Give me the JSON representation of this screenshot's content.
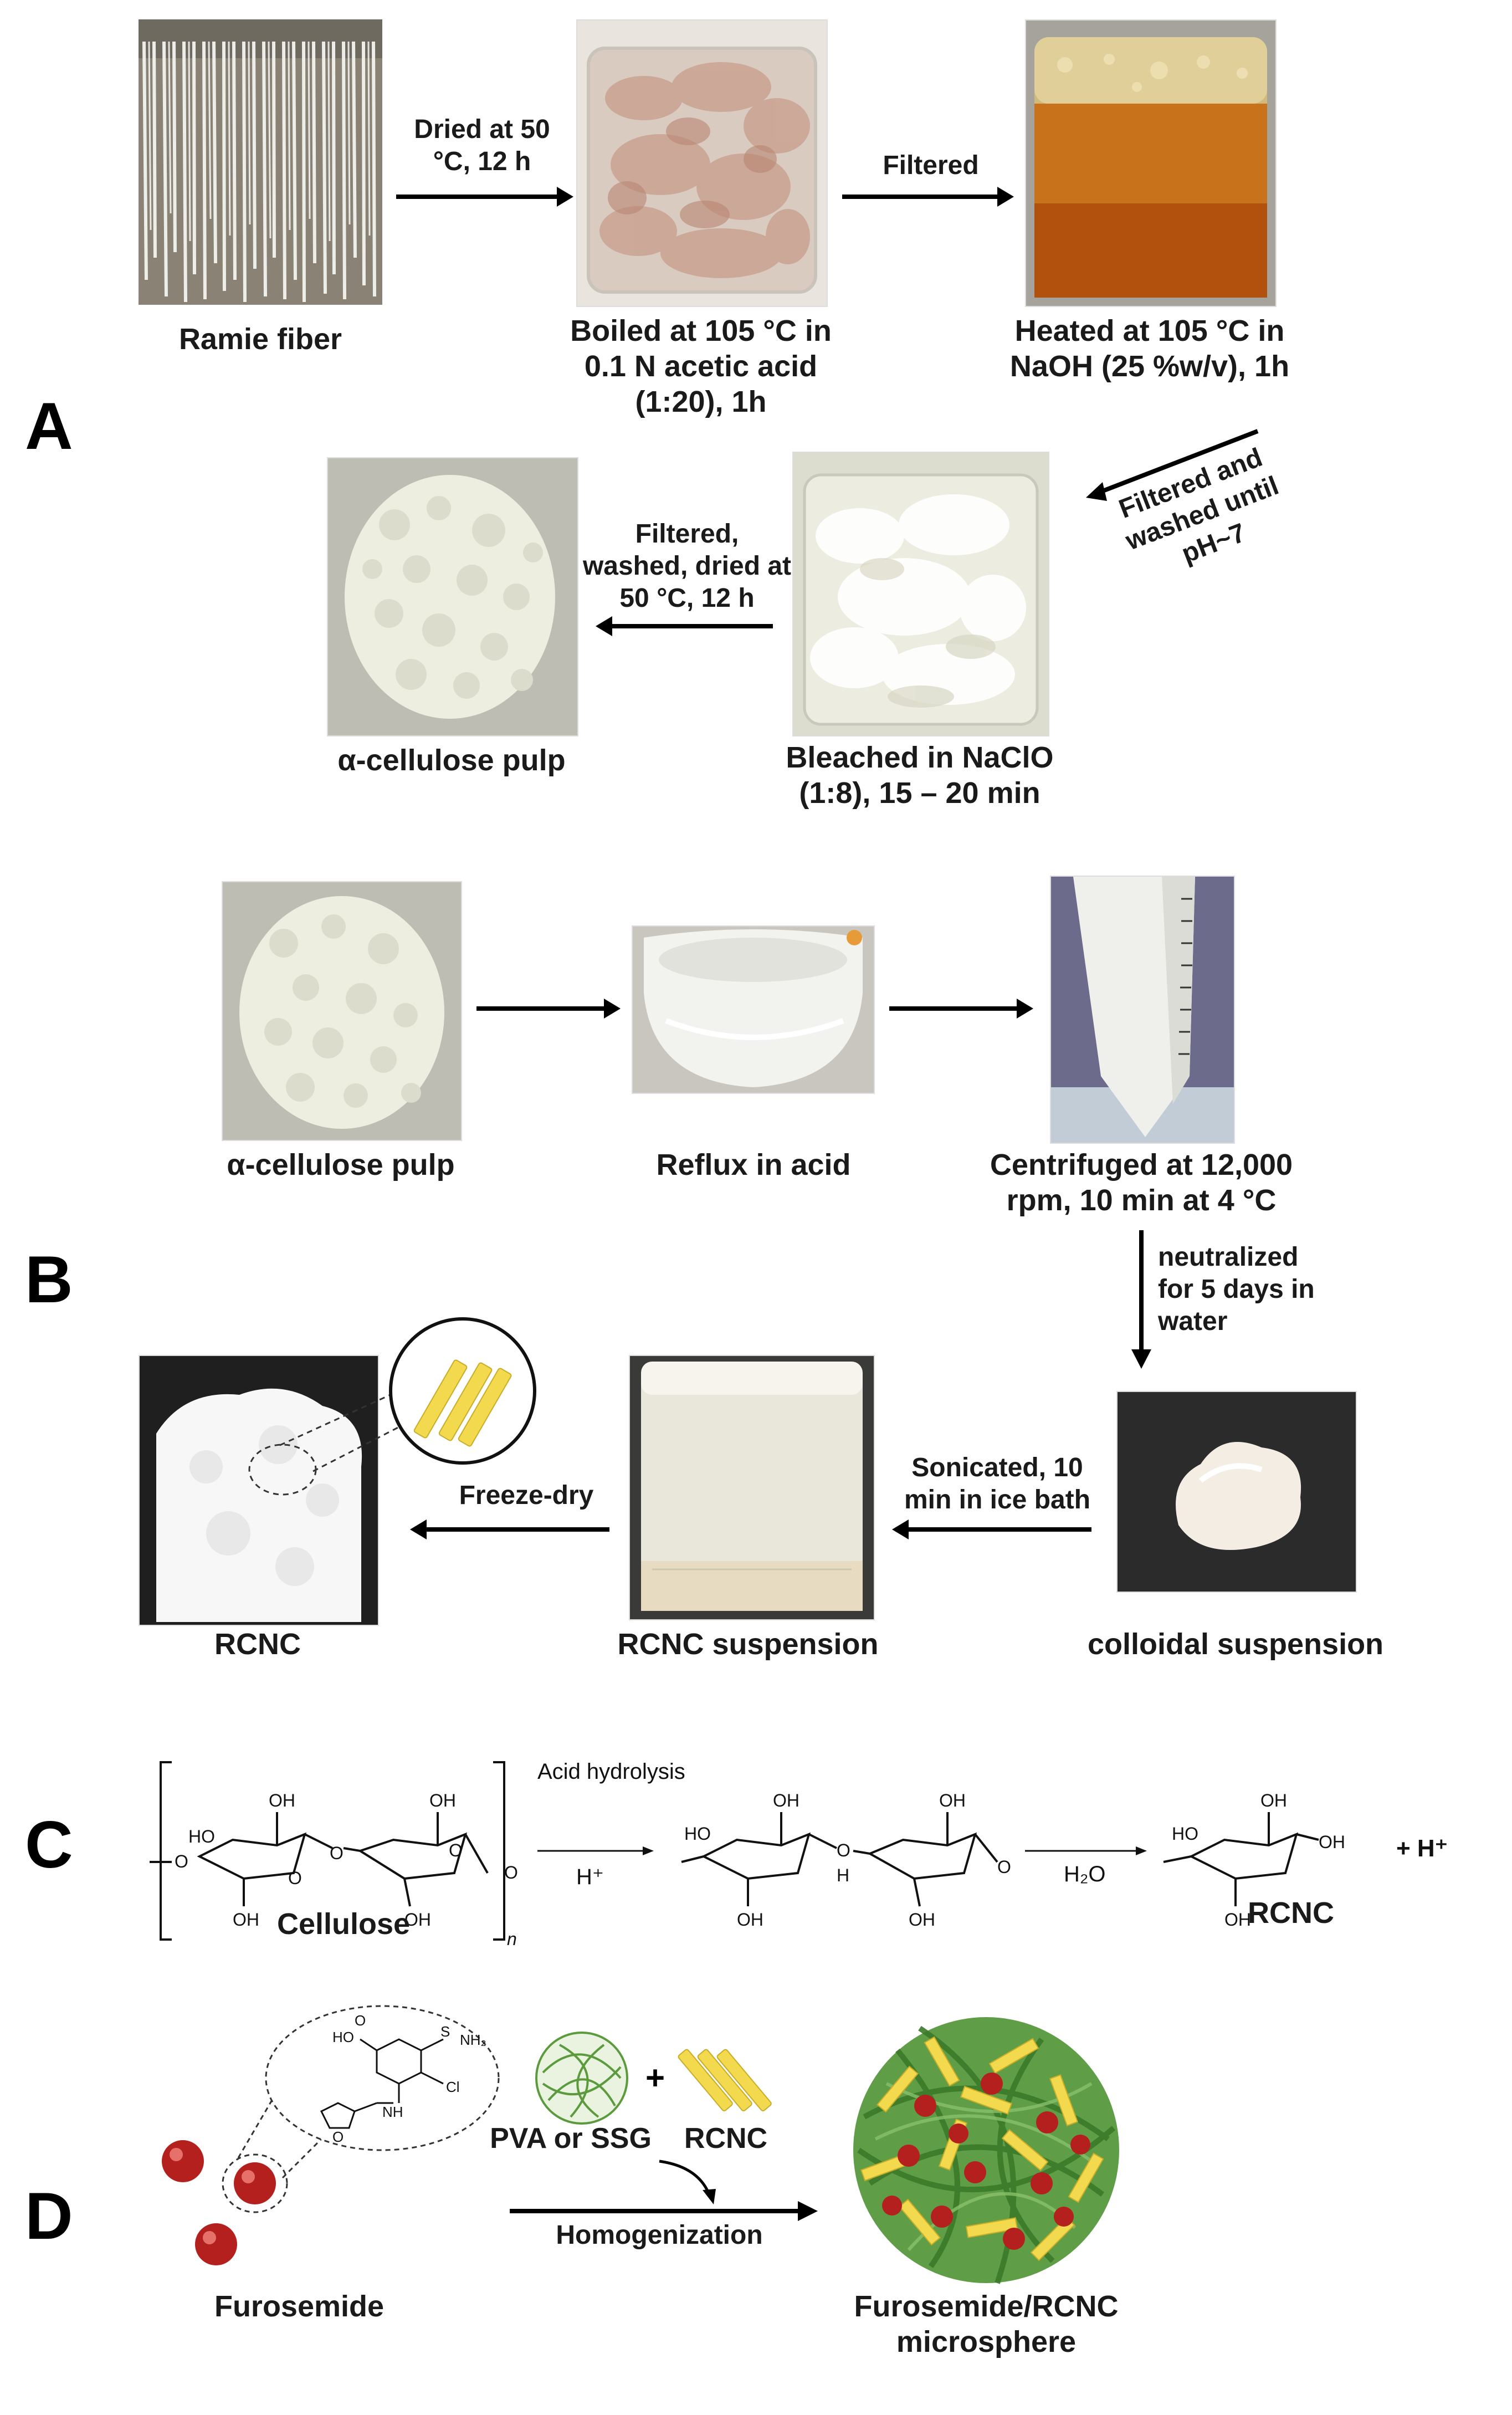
{
  "panels": {
    "a": "A",
    "b": "B",
    "c": "C",
    "d": "D"
  },
  "section_a": {
    "ramie_caption": "Ramie fiber",
    "step_dried": "Dried at 50 °C, 12 h",
    "boiled_caption": "Boiled at 105 °C in 0.1 N acetic acid (1:20), 1h",
    "step_filtered": "Filtered",
    "heated_caption": "Heated at 105 °C in NaOH (25 %w/v), 1h",
    "step_filtered_washed": "Filtered and washed until pH~7",
    "bleached_caption": "Bleached in NaClO (1:8), 15 – 20 min",
    "step_filtered_dried": "Filtered, washed, dried at 50 °C, 12 h",
    "pulp_caption": "α-cellulose pulp"
  },
  "section_b": {
    "pulp_caption": "α-cellulose pulp",
    "reflux_caption": "Reflux in acid",
    "centrifuged_caption": "Centrifuged at 12,000 rpm, 10 min at 4 °C",
    "step_neutralized": "neutralized for 5 days in water",
    "colloidal_caption": "colloidal suspension",
    "step_sonicated": "Sonicated, 10 min in ice bath",
    "suspension_caption": "RCNC suspension",
    "step_freeze": "Freeze-dry",
    "rcnc_caption": "RCNC"
  },
  "section_c": {
    "cellulose_caption": "Cellulose",
    "step_acid": "Acid hydrolysis",
    "h_plus": "H⁺",
    "water": "H₂O",
    "rcnc_caption": "RCNC",
    "plus_hplus": "+ H⁺",
    "oh": "OH",
    "ho": "HO",
    "o": "O",
    "n": "n",
    "h": "H"
  },
  "section_d": {
    "furosemide_caption": "Furosemide",
    "polymer_caption": "PVA or SSG",
    "plus": "+",
    "rcnc_caption": "RCNC",
    "step_homogenization": "Homogenization",
    "microsphere_caption": "Furosemide/RCNC microsphere",
    "struct_labels": {
      "ho": "HO",
      "o": "O",
      "s": "S",
      "nh2": "NH₂",
      "nh": "NH",
      "cl": "Cl"
    }
  },
  "colors": {
    "arrow": "#000000",
    "rcnc_yellow": "#f2d94e",
    "sphere_red": "#b3201d",
    "polymer_green": "#5c9a3e"
  }
}
